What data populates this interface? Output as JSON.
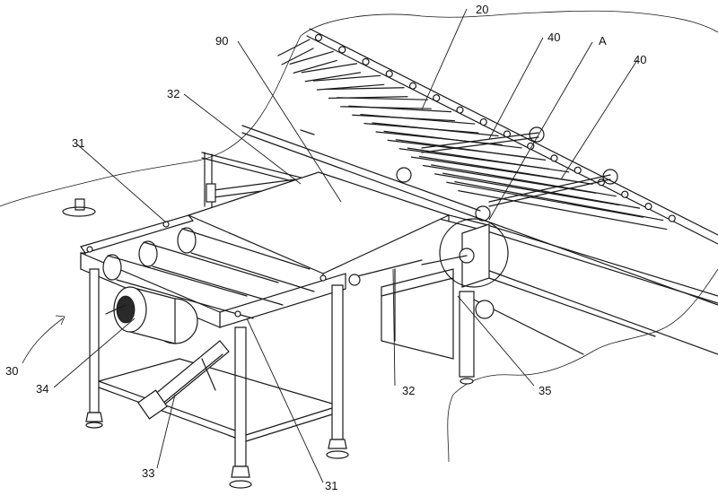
{
  "labels": {
    "l20": "20",
    "l40a": "40",
    "lA": "A",
    "l40b": "40",
    "l90": "90",
    "l32a": "32",
    "l31a": "31",
    "l30": "30",
    "l34": "34",
    "l33": "33",
    "l31b": "31",
    "l32b": "32",
    "l35": "35"
  }
}
